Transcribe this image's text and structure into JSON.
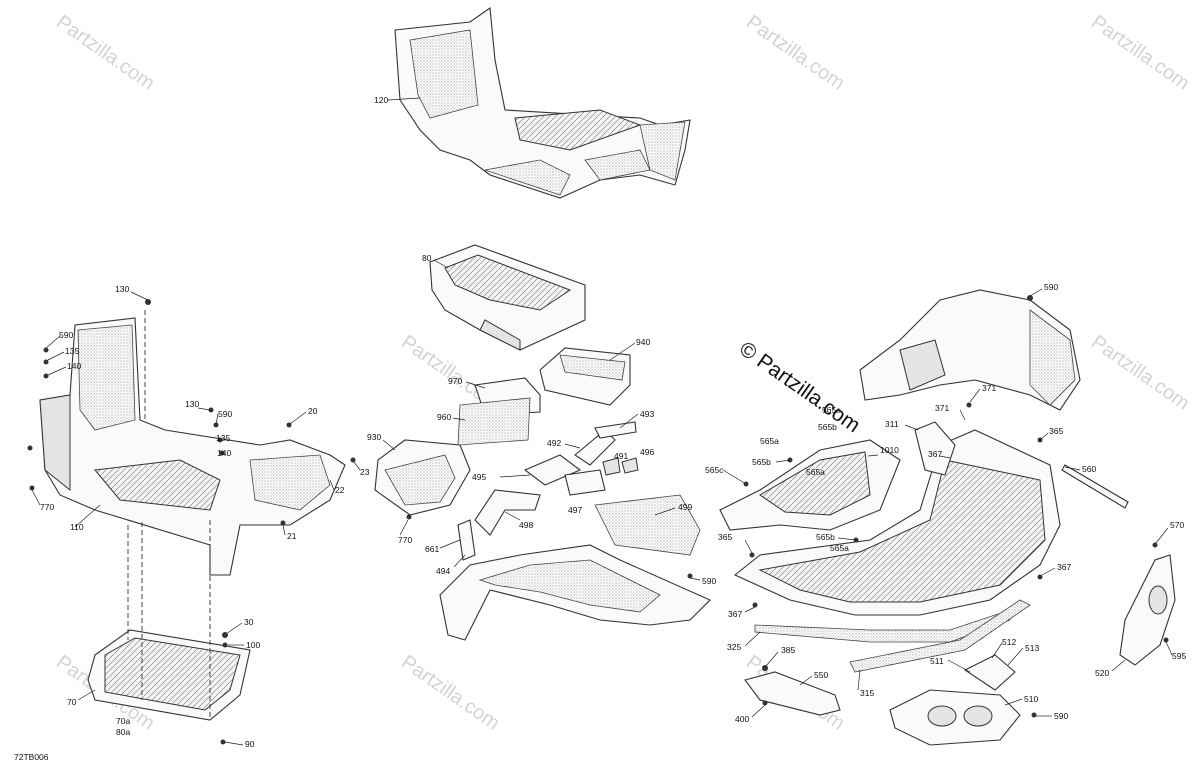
{
  "diagram_code": "72TB006",
  "watermark": {
    "brand": "Partzilla.com",
    "main": "© Partzilla.com"
  },
  "callouts": [
    {
      "id": "c120",
      "text": "120"
    },
    {
      "id": "c80",
      "text": "80"
    },
    {
      "id": "c940",
      "text": "940"
    },
    {
      "id": "c970",
      "text": "970"
    },
    {
      "id": "c960",
      "text": "960"
    },
    {
      "id": "c930",
      "text": "930"
    },
    {
      "id": "c492",
      "text": "492"
    },
    {
      "id": "c493",
      "text": "493"
    },
    {
      "id": "c491",
      "text": "491"
    },
    {
      "id": "c496",
      "text": "496"
    },
    {
      "id": "c495",
      "text": "495"
    },
    {
      "id": "c497",
      "text": "497"
    },
    {
      "id": "c498",
      "text": "498"
    },
    {
      "id": "c499",
      "text": "499"
    },
    {
      "id": "c770b",
      "text": "770"
    },
    {
      "id": "c661",
      "text": "661"
    },
    {
      "id": "c494",
      "text": "494"
    },
    {
      "id": "c590c",
      "text": "590"
    },
    {
      "id": "c23",
      "text": "23"
    },
    {
      "id": "c130a",
      "text": "130"
    },
    {
      "id": "c590a",
      "text": "590"
    },
    {
      "id": "c135a",
      "text": "135"
    },
    {
      "id": "c140a",
      "text": "140"
    },
    {
      "id": "c130b",
      "text": "130"
    },
    {
      "id": "c590b",
      "text": "590"
    },
    {
      "id": "c135b",
      "text": "135"
    },
    {
      "id": "c140b",
      "text": "140"
    },
    {
      "id": "c20",
      "text": "20"
    },
    {
      "id": "c22",
      "text": "22"
    },
    {
      "id": "c21",
      "text": "21"
    },
    {
      "id": "c770a",
      "text": "770"
    },
    {
      "id": "c110",
      "text": "110"
    },
    {
      "id": "c30",
      "text": "30"
    },
    {
      "id": "c100",
      "text": "100"
    },
    {
      "id": "c70",
      "text": "70"
    },
    {
      "id": "c70a",
      "text": "70a"
    },
    {
      "id": "c80a",
      "text": "80a"
    },
    {
      "id": "c90",
      "text": "90"
    },
    {
      "id": "c590d",
      "text": "590"
    },
    {
      "id": "c371a",
      "text": "371"
    },
    {
      "id": "c371b",
      "text": "371"
    },
    {
      "id": "c311",
      "text": "311"
    },
    {
      "id": "c367a",
      "text": "367"
    },
    {
      "id": "c365a",
      "text": "365"
    },
    {
      "id": "c1010",
      "text": "1010"
    },
    {
      "id": "c565a1",
      "text": "565a"
    },
    {
      "id": "c565a2",
      "text": "565a"
    },
    {
      "id": "c565b1",
      "text": "565b"
    },
    {
      "id": "c565c",
      "text": "565c"
    },
    {
      "id": "c565b2",
      "text": "565b"
    },
    {
      "id": "c565a3",
      "text": "565a"
    },
    {
      "id": "c565b3",
      "text": "565b"
    },
    {
      "id": "c565a4",
      "text": "565a"
    },
    {
      "id": "c365b",
      "text": "365"
    },
    {
      "id": "c560",
      "text": "560"
    },
    {
      "id": "c570",
      "text": "570"
    },
    {
      "id": "c367b",
      "text": "367"
    },
    {
      "id": "c367c",
      "text": "367"
    },
    {
      "id": "c325",
      "text": "325"
    },
    {
      "id": "c385",
      "text": "385"
    },
    {
      "id": "c550",
      "text": "550"
    },
    {
      "id": "c400",
      "text": "400"
    },
    {
      "id": "c315",
      "text": "315"
    },
    {
      "id": "c511",
      "text": "511"
    },
    {
      "id": "c512",
      "text": "512"
    },
    {
      "id": "c513",
      "text": "513"
    },
    {
      "id": "c510",
      "text": "510"
    },
    {
      "id": "c590e",
      "text": "590"
    },
    {
      "id": "c520",
      "text": "520"
    },
    {
      "id": "c595",
      "text": "595"
    }
  ]
}
